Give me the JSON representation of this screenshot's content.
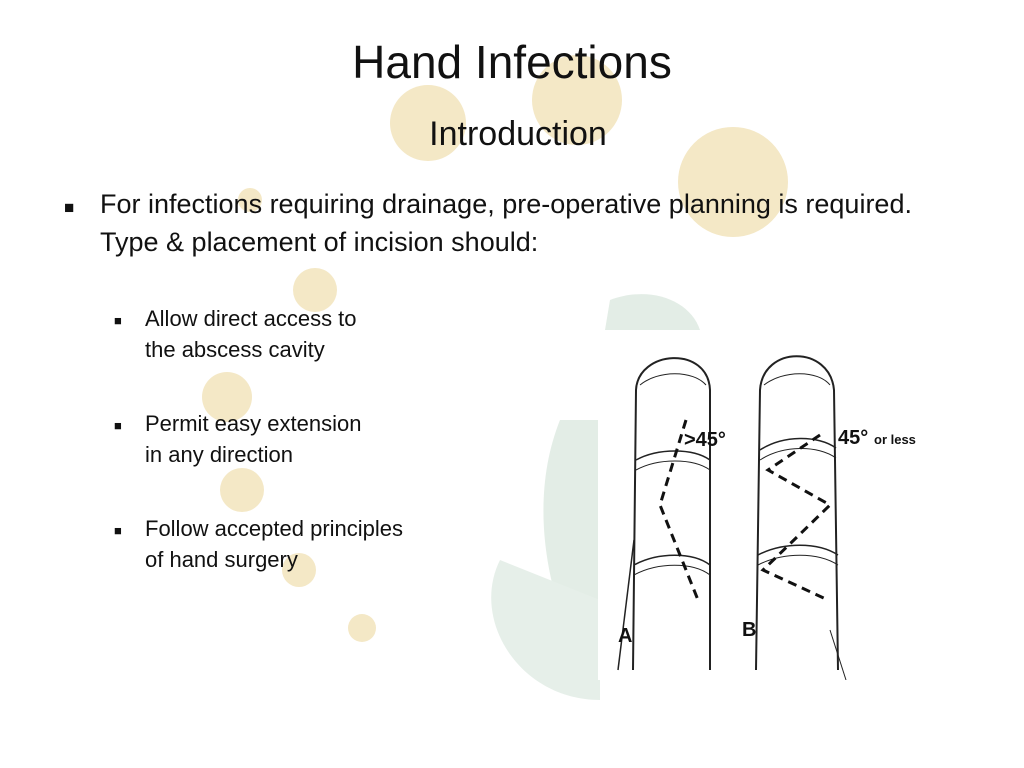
{
  "slide": {
    "title": "Hand Infections",
    "subtitle": "Introduction"
  },
  "bullets": {
    "main": "For infections requiring drainage, pre-operative planning is required.  Type & placement of incision should:",
    "sub": [
      "Allow direct access to\nthe abscess cavity",
      "Permit easy extension\nin any direction",
      "Follow accepted principles\n of hand surgery"
    ]
  },
  "figure": {
    "label_a": "A",
    "label_b": "B",
    "angle_a": ">45°",
    "angle_b_deg": "45°",
    "angle_b_suffix": "or less"
  },
  "colors": {
    "decor_circle": "#f4e8c6",
    "decor_swoosh": "#e3ede6",
    "text": "#111111"
  }
}
